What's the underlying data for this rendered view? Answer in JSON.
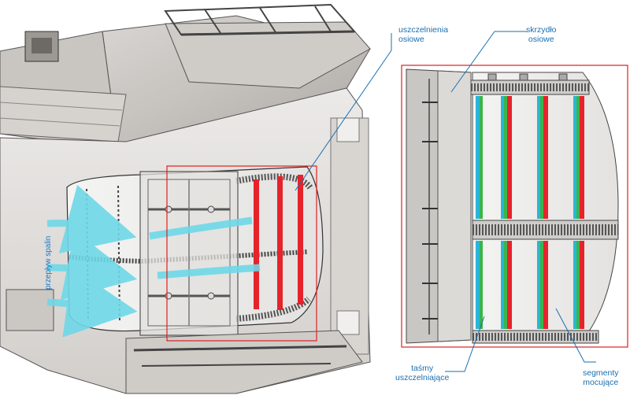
{
  "labels": {
    "axial_seals": [
      "uszczelnienia",
      "osiowe"
    ],
    "axial_wing": [
      "skrzydło",
      "osiowe"
    ],
    "sealing_strips": [
      "taśmy",
      "uszczelniające"
    ],
    "fixing_segments": [
      "segmenty",
      "mocujące"
    ],
    "flow": "przepływ spalin"
  },
  "colors": {
    "accent_line": "#1a6fb0",
    "highlight_frame": "#e02020",
    "seal_red": "#e5232b",
    "seal_green": "#39b54a",
    "seal_cyan": "#2bb5d6",
    "flow_arrow": "#6fd8e8"
  }
}
